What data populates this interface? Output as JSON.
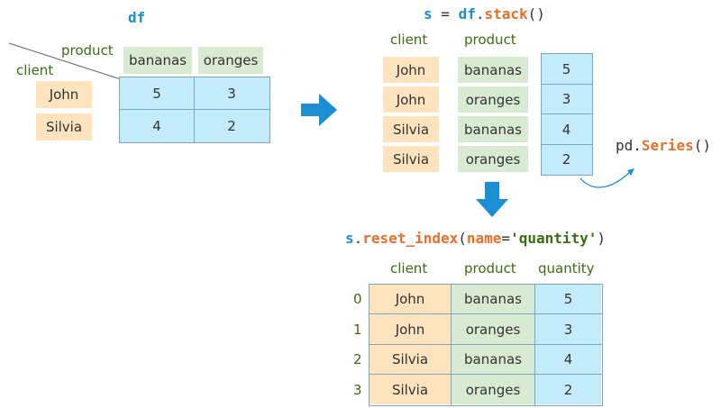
{
  "df": {
    "title": "df",
    "columns_header": "product",
    "index_header": "client",
    "columns": [
      "bananas",
      "oranges"
    ],
    "index": [
      "John",
      "Silvia"
    ],
    "values": [
      [
        "5",
        "3"
      ],
      [
        "4",
        "2"
      ]
    ]
  },
  "stack": {
    "code": {
      "var": "s",
      "eq": "=",
      "obj": "df",
      "dot": ".",
      "method": "stack",
      "parens": "()"
    },
    "headers": [
      "client",
      "product"
    ],
    "clients": [
      "John",
      "John",
      "Silvia",
      "Silvia"
    ],
    "products": [
      "bananas",
      "oranges",
      "bananas",
      "oranges"
    ],
    "values": [
      "5",
      "3",
      "4",
      "2"
    ]
  },
  "series_label": {
    "obj": "pd",
    "dot": ".",
    "method": "Series",
    "parens": "()"
  },
  "reset": {
    "code": {
      "var": "s",
      "dot": ".",
      "method": "reset_index",
      "open": "(",
      "param": "name",
      "eq": "=",
      "arg": "'quantity'",
      "close": ")"
    },
    "headers": [
      "client",
      "product",
      "quantity"
    ],
    "index": [
      "0",
      "1",
      "2",
      "3"
    ],
    "rows": [
      [
        "John",
        "bananas",
        "5"
      ],
      [
        "John",
        "oranges",
        "3"
      ],
      [
        "Silvia",
        "bananas",
        "4"
      ],
      [
        "Silvia",
        "oranges",
        "2"
      ]
    ]
  },
  "colors": {
    "client": "#fde4bf",
    "product": "#d9ead3",
    "value": "#c3ebf9",
    "arrow": "#1a8fd4",
    "method": "#e8702a",
    "label": "#3a6e10"
  }
}
